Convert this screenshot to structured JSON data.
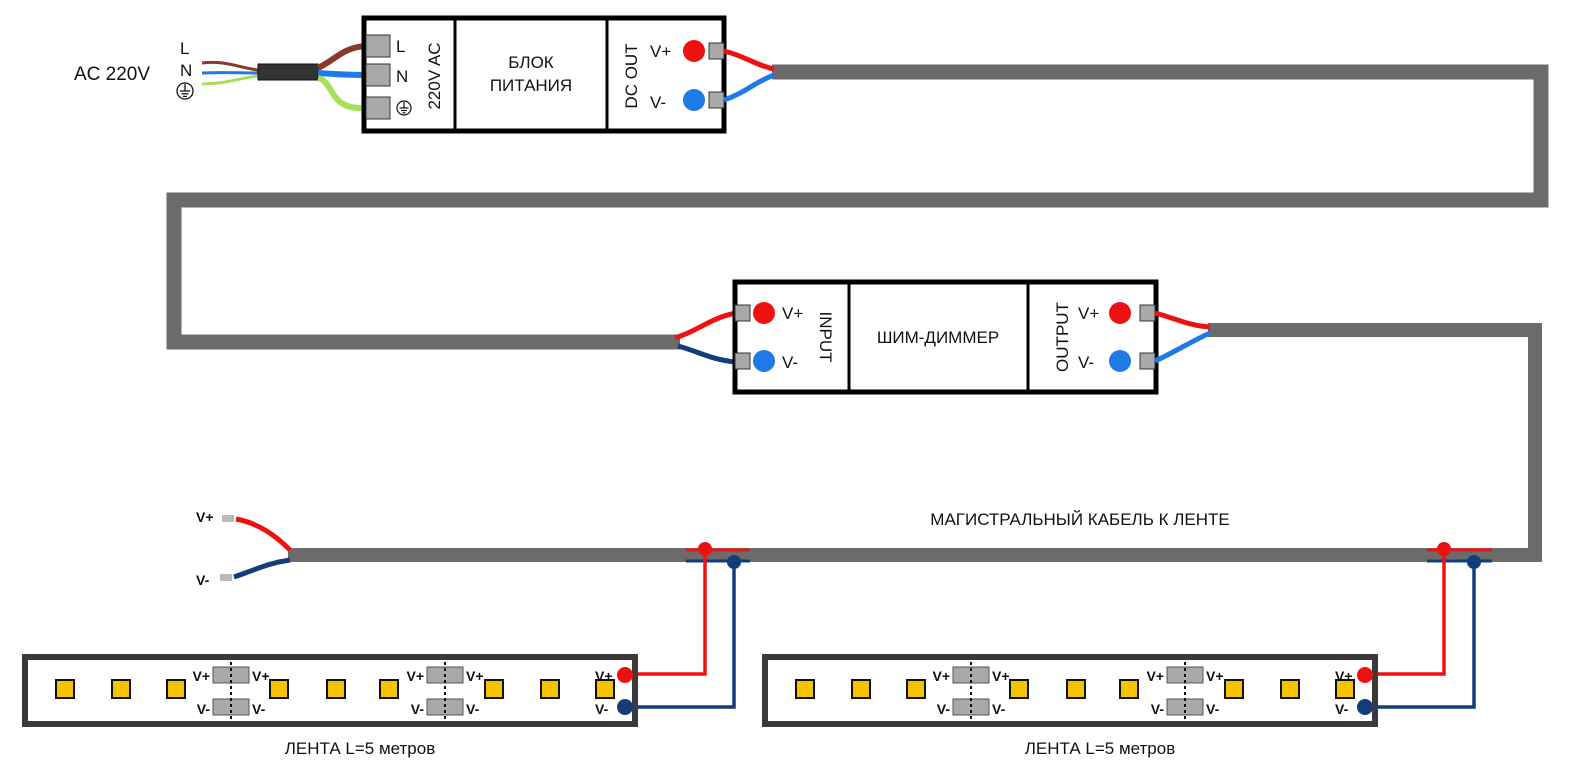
{
  "colors": {
    "trunk_cable": "#6b6b6b",
    "wire_red": "#ee1111",
    "wire_blue": "#1e7ae6",
    "wire_dark_blue": "#123d78",
    "wire_brown": "#8b3a2a",
    "wire_green_yellow": "#a6e05a",
    "terminal_grey": "#a9a9a9",
    "led_yellow": "#f5c400",
    "box_border": "#000000",
    "strip_border": "#3a3a3a"
  },
  "mains": {
    "label": "AC 220V",
    "wire_L": "L",
    "wire_N": "N",
    "earth_icon": "earth-ground-icon"
  },
  "power_supply": {
    "input_label": "220V AC",
    "title_line1": "БЛОК",
    "title_line2": "ПИТАНИЯ",
    "output_label": "DC OUT",
    "terminal_L": "L",
    "terminal_N": "N",
    "v_plus": "V+",
    "v_minus": "V-"
  },
  "dimmer": {
    "input_label": "INPUT",
    "title": "ШИМ-ДИММЕР",
    "output_label": "OUTPUT",
    "v_plus": "V+",
    "v_minus": "V-"
  },
  "trunk": {
    "label": "МАГИСТРАЛЬНЫЙ КАБЕЛЬ К ЛЕНТЕ",
    "end_v_plus": "V+",
    "end_v_minus": "V-"
  },
  "strips": [
    {
      "caption": "ЛЕНТА L=5 метров",
      "v_plus": "V+",
      "v_minus": "V-"
    },
    {
      "caption": "ЛЕНТА L=5 метров",
      "v_plus": "V+",
      "v_minus": "V-"
    }
  ]
}
